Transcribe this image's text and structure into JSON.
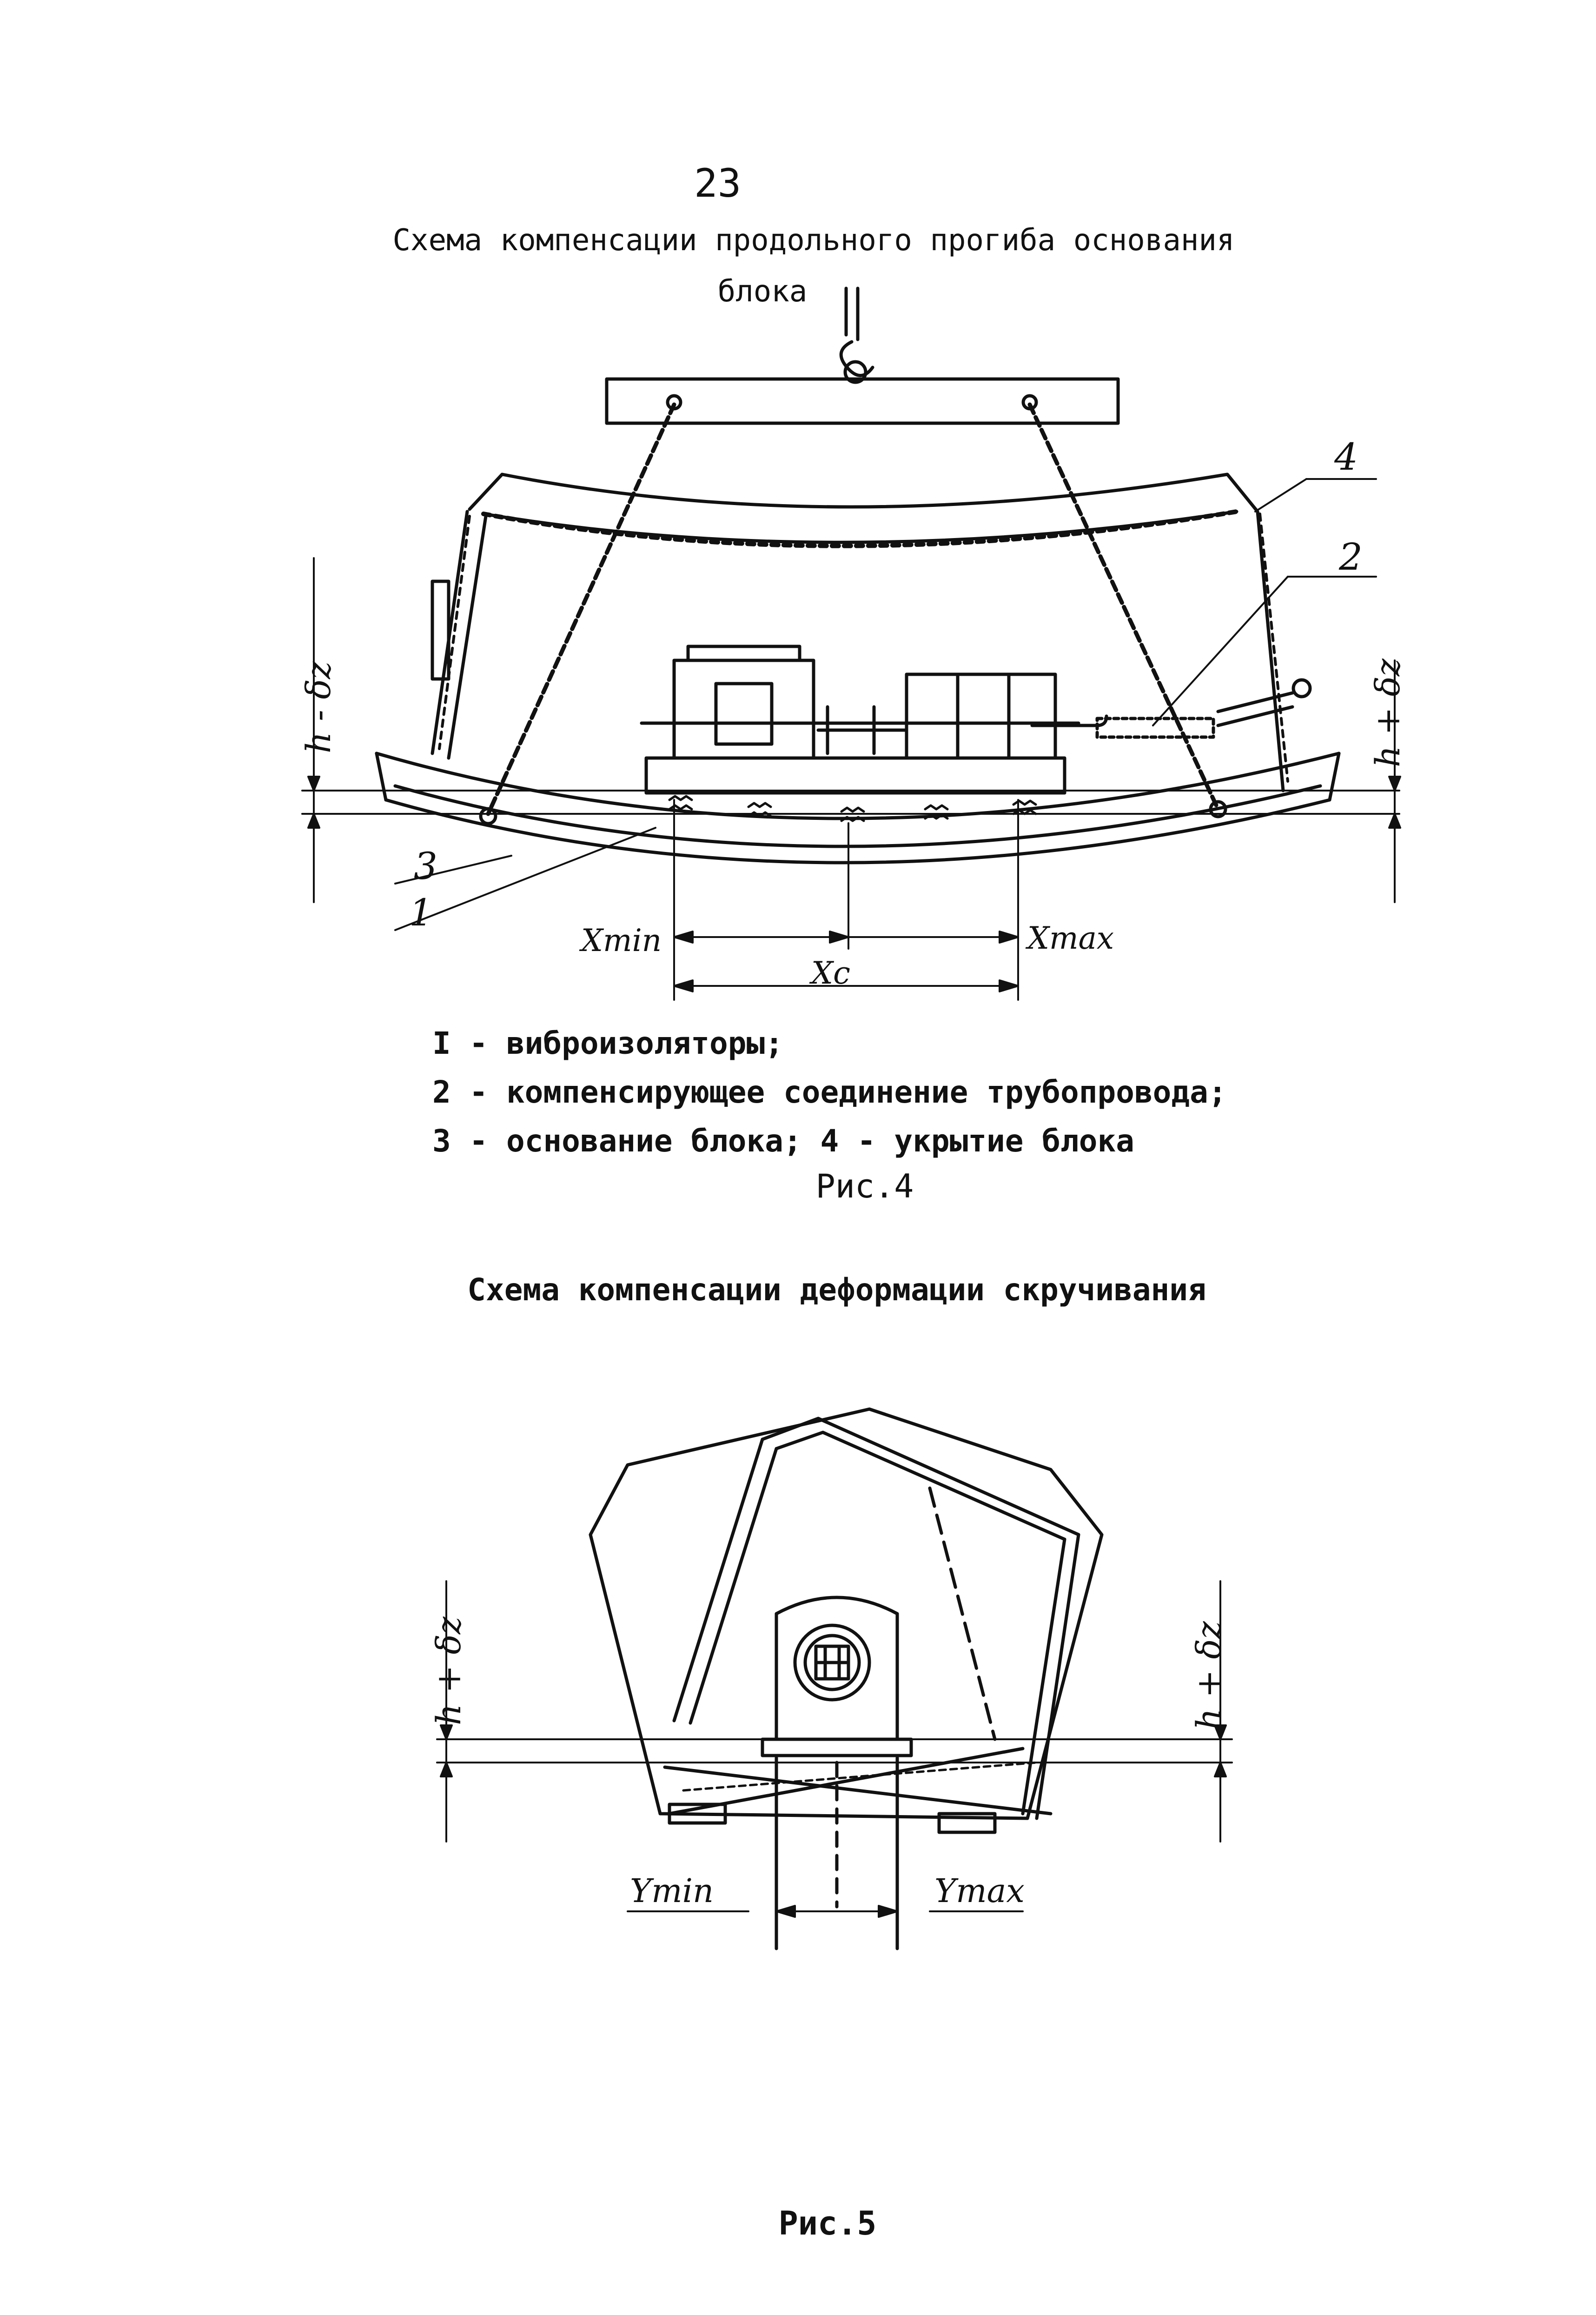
{
  "page_number": "23",
  "figure4": {
    "title_line1": "Схема компенсации продольного прогиба основания",
    "title_line2": "блока",
    "labels": {
      "callout_1": "1",
      "callout_2": "2",
      "callout_3": "3",
      "callout_4": "4",
      "h_minus_dz": "h - δz",
      "h_plus_dz": "h + δz",
      "x_min": "Xmin",
      "x_max": "Xmax",
      "x_c": "Xc"
    },
    "legend": [
      "I - виброизоляторы;",
      "2 - компенсирующее соединение трубопровода;",
      "3 - основание блока; 4 - укрытие блока"
    ],
    "caption": "Рис.4"
  },
  "figure5": {
    "title": "Схема компенсации деформации скручивания",
    "labels": {
      "h_plus_dz_left": "h + δz",
      "h_plus_dz_right": "h + δz",
      "y_min": "Ymin",
      "y_max": "Ymax"
    },
    "caption": "Рис.5"
  },
  "colors": {
    "ink": "#111111",
    "paper": "#ffffff"
  }
}
